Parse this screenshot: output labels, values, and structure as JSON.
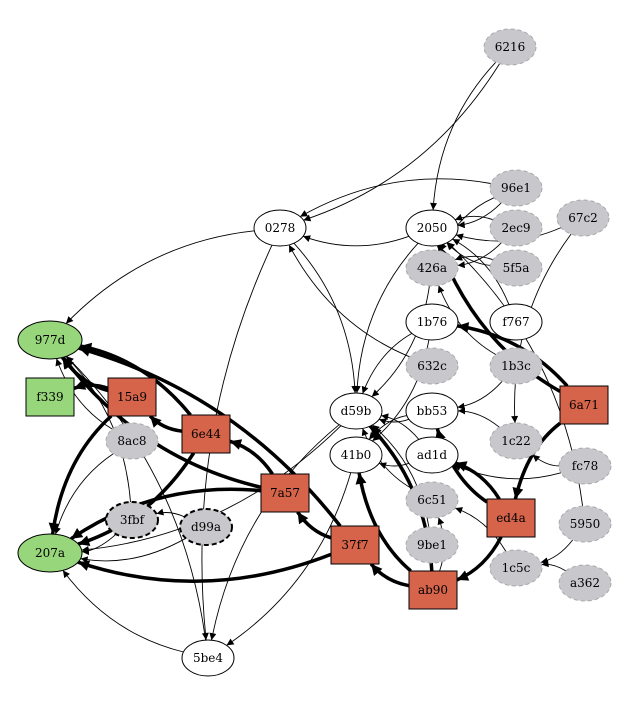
{
  "colors": {
    "start": "#98d67c",
    "hub": "#d5644b",
    "external": "#c8c8cc",
    "normal": "#ffffff",
    "edge": "#000000"
  },
  "nodes": [
    {
      "id": "6216",
      "label": "6216",
      "kind": "external",
      "shape": "ellipse"
    },
    {
      "id": "0278",
      "label": "0278",
      "kind": "normal",
      "shape": "ellipse"
    },
    {
      "id": "2050",
      "label": "2050",
      "kind": "normal",
      "shape": "ellipse"
    },
    {
      "id": "96e1",
      "label": "96e1",
      "kind": "external",
      "shape": "ellipse"
    },
    {
      "id": "2ec9",
      "label": "2ec9",
      "kind": "external",
      "shape": "ellipse"
    },
    {
      "id": "5f5a",
      "label": "5f5a",
      "kind": "external",
      "shape": "ellipse"
    },
    {
      "id": "426a",
      "label": "426a",
      "kind": "external",
      "shape": "ellipse"
    },
    {
      "id": "67c2",
      "label": "67c2",
      "kind": "external",
      "shape": "ellipse"
    },
    {
      "id": "1b76",
      "label": "1b76",
      "kind": "normal",
      "shape": "ellipse"
    },
    {
      "id": "f767",
      "label": "f767",
      "kind": "normal",
      "shape": "ellipse"
    },
    {
      "id": "977d",
      "label": "977d",
      "kind": "start",
      "shape": "ellipse"
    },
    {
      "id": "632c",
      "label": "632c",
      "kind": "external",
      "shape": "ellipse"
    },
    {
      "id": "1b3c",
      "label": "1b3c",
      "kind": "external",
      "shape": "ellipse"
    },
    {
      "id": "f339",
      "label": "f339",
      "kind": "start",
      "shape": "box"
    },
    {
      "id": "15a9",
      "label": "15a9",
      "kind": "hub",
      "shape": "box"
    },
    {
      "id": "6a71",
      "label": "6a71",
      "kind": "hub",
      "shape": "box"
    },
    {
      "id": "d59b",
      "label": "d59b",
      "kind": "normal",
      "shape": "ellipse"
    },
    {
      "id": "bb53",
      "label": "bb53",
      "kind": "normal",
      "shape": "ellipse"
    },
    {
      "id": "8ac8",
      "label": "8ac8",
      "kind": "external",
      "shape": "ellipse"
    },
    {
      "id": "6e44",
      "label": "6e44",
      "kind": "hub",
      "shape": "box"
    },
    {
      "id": "1c22",
      "label": "1c22",
      "kind": "external",
      "shape": "ellipse"
    },
    {
      "id": "41b0",
      "label": "41b0",
      "kind": "normal",
      "shape": "ellipse"
    },
    {
      "id": "ad1d",
      "label": "ad1d",
      "kind": "normal",
      "shape": "ellipse"
    },
    {
      "id": "fc78",
      "label": "fc78",
      "kind": "external",
      "shape": "ellipse"
    },
    {
      "id": "7a57",
      "label": "7a57",
      "kind": "hub",
      "shape": "box"
    },
    {
      "id": "6c51",
      "label": "6c51",
      "kind": "external",
      "shape": "ellipse"
    },
    {
      "id": "ed4a",
      "label": "ed4a",
      "kind": "hub",
      "shape": "box"
    },
    {
      "id": "3fbf",
      "label": "3fbf",
      "kind": "external",
      "shape": "ellipse",
      "dashed": true
    },
    {
      "id": "d99a",
      "label": "d99a",
      "kind": "external",
      "shape": "ellipse",
      "dashed": true
    },
    {
      "id": "5950",
      "label": "5950",
      "kind": "external",
      "shape": "ellipse"
    },
    {
      "id": "207a",
      "label": "207a",
      "kind": "start",
      "shape": "ellipse"
    },
    {
      "id": "37f7",
      "label": "37f7",
      "kind": "hub",
      "shape": "box"
    },
    {
      "id": "9be1",
      "label": "9be1",
      "kind": "external",
      "shape": "ellipse"
    },
    {
      "id": "1c5c",
      "label": "1c5c",
      "kind": "external",
      "shape": "ellipse"
    },
    {
      "id": "ab90",
      "label": "ab90",
      "kind": "hub",
      "shape": "box"
    },
    {
      "id": "a362",
      "label": "a362",
      "kind": "external",
      "shape": "ellipse"
    },
    {
      "id": "5be4",
      "label": "5be4",
      "kind": "normal",
      "shape": "ellipse"
    }
  ],
  "edges": [
    {
      "from": "6216",
      "to": "0278",
      "weight": "thin"
    },
    {
      "from": "6216",
      "to": "2050",
      "weight": "thin"
    },
    {
      "from": "2050",
      "to": "0278",
      "weight": "thin"
    },
    {
      "from": "96e1",
      "to": "0278",
      "weight": "thin"
    },
    {
      "from": "96e1",
      "to": "2050",
      "weight": "thin"
    },
    {
      "from": "2ec9",
      "to": "2050",
      "weight": "thin"
    },
    {
      "from": "5f5a",
      "to": "2050",
      "weight": "thin"
    },
    {
      "from": "f767",
      "to": "2050",
      "weight": "thin"
    },
    {
      "from": "67c2",
      "to": "2050",
      "weight": "thin"
    },
    {
      "from": "5950",
      "to": "2050",
      "weight": "thin"
    },
    {
      "from": "6a71",
      "to": "2050",
      "weight": "thick"
    },
    {
      "from": "96e1",
      "to": "426a",
      "weight": "thin"
    },
    {
      "from": "2ec9",
      "to": "426a",
      "weight": "thin"
    },
    {
      "from": "5f5a",
      "to": "426a",
      "weight": "thin"
    },
    {
      "from": "1b3c",
      "to": "426a",
      "weight": "thin"
    },
    {
      "from": "0278",
      "to": "977d",
      "weight": "thin"
    },
    {
      "from": "0278",
      "to": "d59b",
      "weight": "thin"
    },
    {
      "from": "0278",
      "to": "5be4",
      "weight": "thin"
    },
    {
      "from": "632c",
      "to": "0278",
      "weight": "thin"
    },
    {
      "from": "2050",
      "to": "d59b",
      "weight": "thin"
    },
    {
      "from": "426a",
      "to": "d59b",
      "weight": "thin"
    },
    {
      "from": "1b76",
      "to": "d59b",
      "weight": "thin"
    },
    {
      "from": "bb53",
      "to": "d59b",
      "weight": "thin"
    },
    {
      "from": "ad1d",
      "to": "d59b",
      "weight": "thin"
    },
    {
      "from": "6c51",
      "to": "d59b",
      "weight": "thin"
    },
    {
      "from": "9be1",
      "to": "d59b",
      "weight": "thin"
    },
    {
      "from": "1b76",
      "to": "41b0",
      "weight": "thin"
    },
    {
      "from": "bb53",
      "to": "41b0",
      "weight": "thin"
    },
    {
      "from": "ad1d",
      "to": "41b0",
      "weight": "thin"
    },
    {
      "from": "6a71",
      "to": "1b76",
      "weight": "thick"
    },
    {
      "from": "1b3c",
      "to": "bb53",
      "weight": "thin"
    },
    {
      "from": "1c22",
      "to": "bb53",
      "weight": "thin"
    },
    {
      "from": "fc78",
      "to": "ad1d",
      "weight": "thin"
    },
    {
      "from": "67c2",
      "to": "1c22",
      "weight": "thin"
    },
    {
      "from": "fc78",
      "to": "1c22",
      "weight": "thin"
    },
    {
      "from": "6a71",
      "to": "ed4a",
      "weight": "thick"
    },
    {
      "from": "ed4a",
      "to": "bb53",
      "weight": "thick"
    },
    {
      "from": "ed4a",
      "to": "ad1d",
      "weight": "thick"
    },
    {
      "from": "ed4a",
      "to": "ab90",
      "weight": "thick"
    },
    {
      "from": "1c5c",
      "to": "6c51",
      "weight": "thin"
    },
    {
      "from": "5950",
      "to": "1c5c",
      "weight": "thin"
    },
    {
      "from": "a362",
      "to": "1c5c",
      "weight": "thin"
    },
    {
      "from": "ab90",
      "to": "41b0",
      "weight": "thick"
    },
    {
      "from": "ab90",
      "to": "d59b",
      "weight": "thick"
    },
    {
      "from": "ab90",
      "to": "37f7",
      "weight": "thick"
    },
    {
      "from": "ab90",
      "to": "6c51",
      "weight": "thin"
    },
    {
      "from": "37f7",
      "to": "7a57",
      "weight": "thick"
    },
    {
      "from": "37f7",
      "to": "977d",
      "weight": "thick"
    },
    {
      "from": "37f7",
      "to": "207a",
      "weight": "thick"
    },
    {
      "from": "7a57",
      "to": "6e44",
      "weight": "thick"
    },
    {
      "from": "7a57",
      "to": "977d",
      "weight": "thick"
    },
    {
      "from": "7a57",
      "to": "207a",
      "weight": "thick"
    },
    {
      "from": "6e44",
      "to": "15a9",
      "weight": "thick"
    },
    {
      "from": "6e44",
      "to": "977d",
      "weight": "thick"
    },
    {
      "from": "6e44",
      "to": "207a",
      "weight": "thick"
    },
    {
      "from": "15a9",
      "to": "f339",
      "weight": "thick"
    },
    {
      "from": "15a9",
      "to": "977d",
      "weight": "thick"
    },
    {
      "from": "15a9",
      "to": "207a",
      "weight": "thick"
    },
    {
      "from": "8ac8",
      "to": "977d",
      "weight": "thin"
    },
    {
      "from": "3fbf",
      "to": "977d",
      "weight": "thin"
    },
    {
      "from": "3fbf",
      "to": "207a",
      "weight": "thin"
    },
    {
      "from": "d99a",
      "to": "3fbf",
      "weight": "thin"
    },
    {
      "from": "d99a",
      "to": "207a",
      "weight": "thin"
    },
    {
      "from": "8ac8",
      "to": "207a",
      "weight": "thin"
    },
    {
      "from": "5be4",
      "to": "207a",
      "weight": "thin"
    },
    {
      "from": "5be4",
      "to": "977d",
      "weight": "thin"
    },
    {
      "from": "41b0",
      "to": "5be4",
      "weight": "thin"
    },
    {
      "from": "d59b",
      "to": "5be4",
      "weight": "thin"
    },
    {
      "from": "d59b",
      "to": "207a",
      "weight": "thin"
    }
  ]
}
